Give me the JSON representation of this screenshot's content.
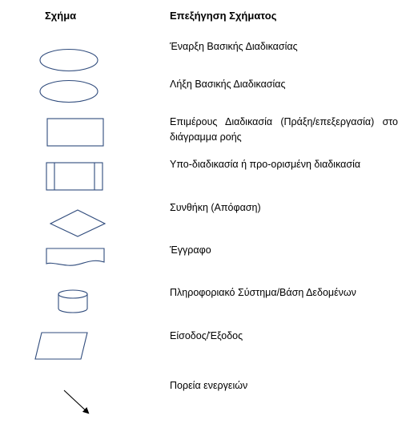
{
  "headers": {
    "shape": "Σχήμα",
    "description": "Επεξήγηση Σχήματος"
  },
  "rows": [
    {
      "icon": "ellipse-icon",
      "text": "Έναρξη Βασικής Διαδικασίας"
    },
    {
      "icon": "ellipse-icon",
      "text": "Λήξη Βασικής Διαδικασίας"
    },
    {
      "icon": "rectangle-icon",
      "text": "Επιμέρους Διαδικασία (Πράξη/επεξεργασία) στο διάγραμμα ροής"
    },
    {
      "icon": "predefined-process-icon",
      "text": "Υπο-διαδικασία ή προ-ορισμένη διαδικασία"
    },
    {
      "icon": "diamond-icon",
      "text": "Συνθήκη (Απόφαση)"
    },
    {
      "icon": "document-icon",
      "text": "Έγγραφο"
    },
    {
      "icon": "database-cylinder-icon",
      "text": "Πληροφοριακό Σύστημα/Βάση Δεδομένων"
    },
    {
      "icon": "parallelogram-icon",
      "text": "Είσοδος/Έξοδος"
    },
    {
      "icon": "arrow-icon",
      "text": "Πορεία ενεργειών"
    }
  ],
  "colors": {
    "shape_stroke": "#2f4b7c",
    "arrow_stroke": "#000000",
    "text": "#000000"
  }
}
